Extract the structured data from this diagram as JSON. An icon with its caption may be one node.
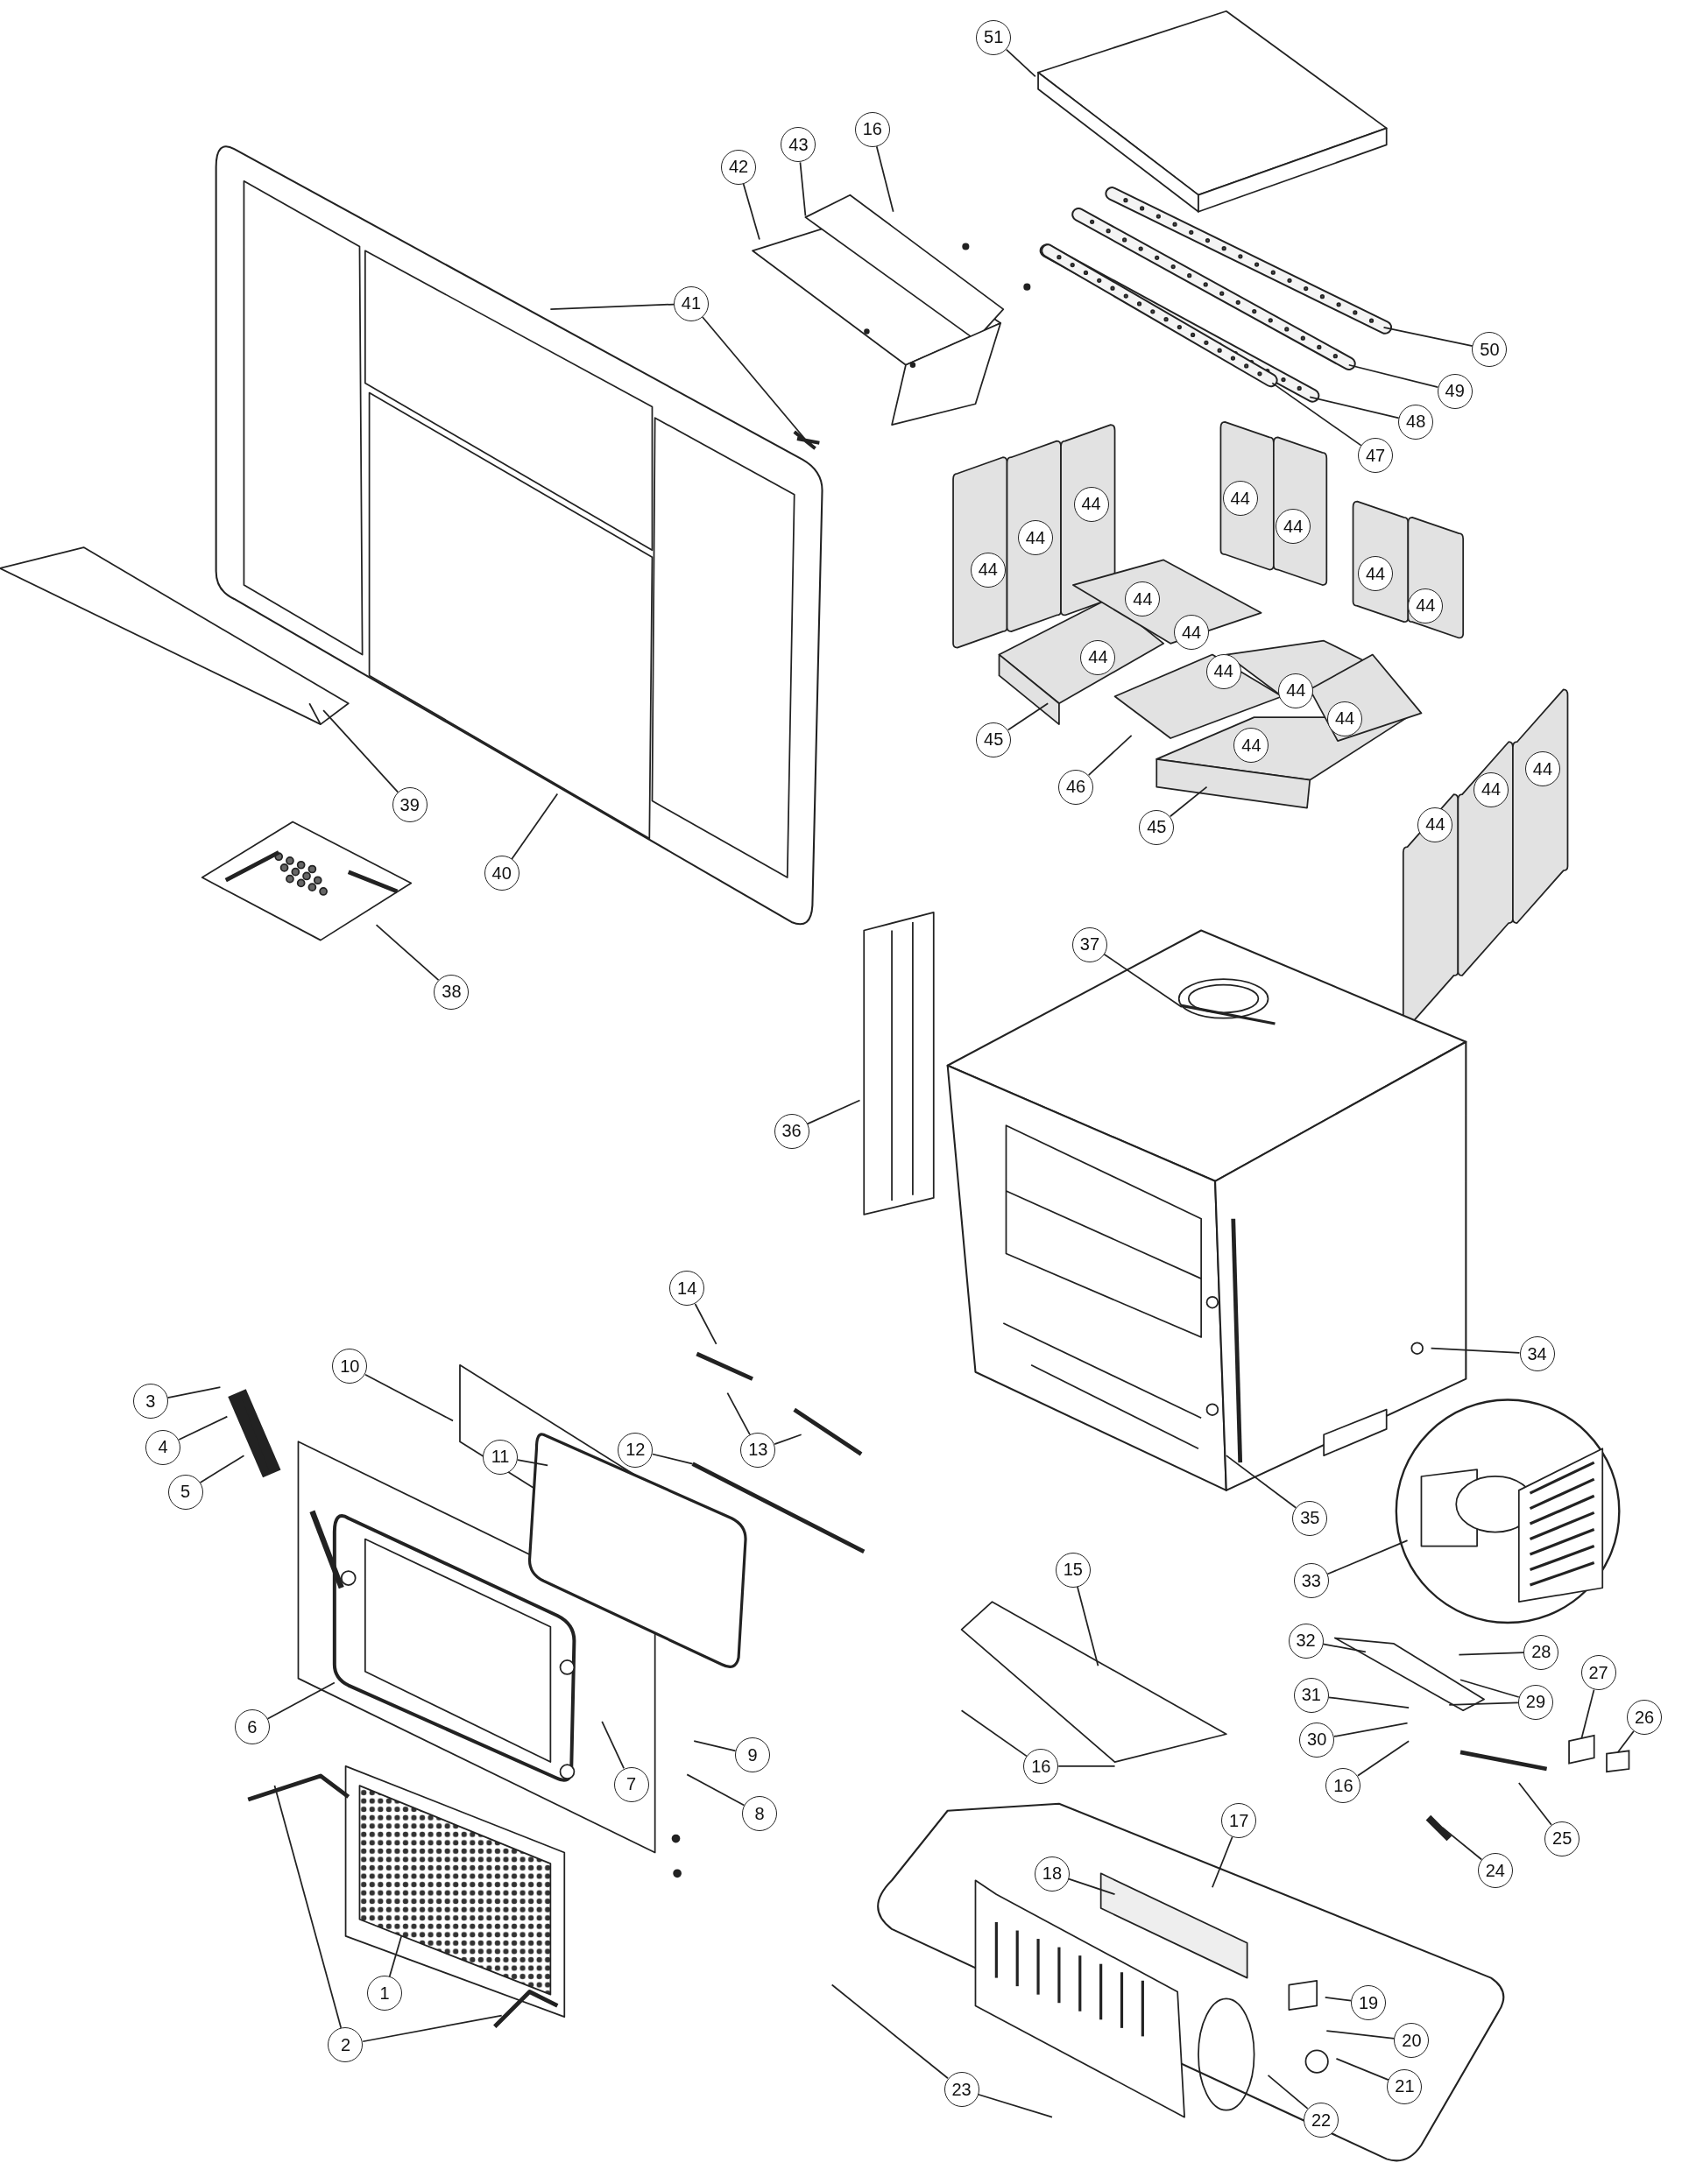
{
  "diagram": {
    "nodes": [
      {
        "text": [
          "51"
        ]
      },
      {
        "text": [
          "43"
        ]
      },
      {
        "text": [
          "42"
        ]
      },
      {
        "text": [
          "16"
        ]
      },
      {
        "text": [
          "41"
        ]
      },
      {
        "text": [
          "50"
        ]
      },
      {
        "text": [
          "49"
        ]
      },
      {
        "text": [
          "48"
        ]
      },
      {
        "text": [
          "47"
        ]
      },
      {
        "text": [
          "45"
        ]
      },
      {
        "text": [
          "46"
        ]
      },
      {
        "text": [
          "45"
        ]
      },
      {
        "text": [
          "39"
        ]
      },
      {
        "text": [
          "40"
        ]
      },
      {
        "text": [
          "38"
        ]
      },
      {
        "text": [
          "37"
        ]
      },
      {
        "text": [
          "36"
        ]
      },
      {
        "text": [
          "14"
        ]
      },
      {
        "text": [
          "10"
        ]
      },
      {
        "text": [
          "12"
        ]
      },
      {
        "text": [
          "11"
        ]
      },
      {
        "text": [
          "13"
        ]
      },
      {
        "text": [
          "3"
        ]
      },
      {
        "text": [
          "4"
        ]
      },
      {
        "text": [
          "5"
        ]
      },
      {
        "text": [
          "6"
        ]
      },
      {
        "text": [
          "7"
        ]
      },
      {
        "text": [
          "9"
        ]
      },
      {
        "text": [
          "8"
        ]
      },
      {
        "text": [
          "1"
        ]
      },
      {
        "text": [
          "2"
        ]
      },
      {
        "text": [
          "15"
        ]
      },
      {
        "text": [
          "16"
        ]
      },
      {
        "text": [
          "35"
        ]
      },
      {
        "text": [
          "34"
        ]
      },
      {
        "text": [
          "33"
        ]
      },
      {
        "text": [
          "32"
        ]
      },
      {
        "text": [
          "28"
        ]
      },
      {
        "text": [
          "29"
        ]
      },
      {
        "text": [
          "31"
        ]
      },
      {
        "text": [
          "30"
        ]
      },
      {
        "text": [
          "16"
        ]
      },
      {
        "text": [
          "27"
        ]
      },
      {
        "text": [
          "26"
        ]
      },
      {
        "text": [
          "25"
        ]
      },
      {
        "text": [
          "24"
        ]
      },
      {
        "text": [
          "17"
        ]
      },
      {
        "text": [
          "18"
        ]
      },
      {
        "text": [
          "19"
        ]
      },
      {
        "text": [
          "20"
        ]
      },
      {
        "text": [
          "21"
        ]
      },
      {
        "text": [
          "22"
        ]
      },
      {
        "text": [
          "23"
        ]
      },
      {
        "text": [
          "44"
        ]
      },
      {
        "text": [
          "44"
        ]
      },
      {
        "text": [
          "44"
        ]
      },
      {
        "text": [
          "44"
        ]
      },
      {
        "text": [
          "44"
        ]
      },
      {
        "text": [
          "44"
        ]
      },
      {
        "text": [
          "44"
        ]
      },
      {
        "text": [
          "44"
        ]
      },
      {
        "text": [
          "44"
        ]
      },
      {
        "text": [
          "44"
        ]
      },
      {
        "text": [
          "44"
        ]
      },
      {
        "text": [
          "44"
        ]
      },
      {
        "text": [
          "44"
        ]
      },
      {
        "text": [
          "44"
        ]
      },
      {
        "text": [
          "44"
        ]
      },
      {
        "text": [
          "44"
        ]
      },
      {
        "text": [
          "44"
        ]
      },
      {
        "text": [],
        "shape": "box"
      },
      {
        "text": [],
        "shape": "box"
      }
    ],
    "edges": [
      {
        "from": 0,
        "to": null,
        "arrow": "none"
      },
      {
        "from": 1,
        "to": null,
        "arrow": "none"
      },
      {
        "from": 2,
        "to": null,
        "arrow": "none"
      },
      {
        "from": 3,
        "to": null,
        "arrow": "none"
      },
      {
        "from": 4,
        "to": null,
        "arrow": "none"
      },
      {
        "from": 4,
        "to": null,
        "arrow": "none"
      },
      {
        "from": 5,
        "to": null,
        "arrow": "none"
      },
      {
        "from": 6,
        "to": null,
        "arrow": "none"
      },
      {
        "from": 7,
        "to": null,
        "arrow": "none"
      },
      {
        "from": 8,
        "to": null,
        "arrow": "none"
      },
      {
        "from": 9,
        "to": null,
        "arrow": "none"
      },
      {
        "from": 10,
        "to": null,
        "arrow": "none"
      },
      {
        "from": 11,
        "to": null,
        "arrow": "none"
      },
      {
        "from": 12,
        "to": null,
        "arrow": "none"
      },
      {
        "from": 13,
        "to": null,
        "arrow": "none"
      },
      {
        "from": 14,
        "to": null,
        "arrow": "none"
      },
      {
        "from": 15,
        "to": null,
        "arrow": "none"
      },
      {
        "from": 16,
        "to": null,
        "arrow": "none"
      },
      {
        "from": 17,
        "to": null,
        "arrow": "none"
      },
      {
        "from": 18,
        "to": null,
        "arrow": "none"
      },
      {
        "from": 19,
        "to": null,
        "arrow": "none"
      },
      {
        "from": 20,
        "to": null,
        "arrow": "none"
      },
      {
        "from": 21,
        "to": null,
        "arrow": "none"
      },
      {
        "from": 21,
        "to": null,
        "arrow": "none"
      },
      {
        "from": 22,
        "to": null,
        "arrow": "none"
      },
      {
        "from": 23,
        "to": null,
        "arrow": "none"
      },
      {
        "from": 24,
        "to": null,
        "arrow": "none"
      },
      {
        "from": 25,
        "to": null,
        "arrow": "none"
      },
      {
        "from": 26,
        "to": null,
        "arrow": "none"
      },
      {
        "from": 27,
        "to": null,
        "arrow": "none"
      },
      {
        "from": 28,
        "to": null,
        "arrow": "none"
      },
      {
        "from": 29,
        "to": null,
        "arrow": "none"
      },
      {
        "from": 30,
        "to": null,
        "arrow": "none"
      },
      {
        "from": 30,
        "to": null,
        "arrow": "none"
      },
      {
        "from": 31,
        "to": null,
        "arrow": "none"
      },
      {
        "from": 32,
        "to": null,
        "arrow": "none"
      },
      {
        "from": 32,
        "to": null,
        "arrow": "none"
      },
      {
        "from": 33,
        "to": null,
        "arrow": "none"
      },
      {
        "from": 34,
        "to": null,
        "arrow": "none"
      },
      {
        "from": 35,
        "to": null,
        "arrow": "none"
      },
      {
        "from": 36,
        "to": null,
        "arrow": "none"
      },
      {
        "from": 37,
        "to": null,
        "arrow": "none"
      },
      {
        "from": 38,
        "to": null,
        "arrow": "none"
      },
      {
        "from": 38,
        "to": null,
        "arrow": "none"
      },
      {
        "from": 39,
        "to": null,
        "arrow": "none"
      },
      {
        "from": 40,
        "to": null,
        "arrow": "none"
      },
      {
        "from": 41,
        "to": null,
        "arrow": "none"
      },
      {
        "from": 42,
        "to": 70,
        "arrow": "none"
      },
      {
        "from": 43,
        "to": 71,
        "arrow": "none"
      },
      {
        "from": 44,
        "to": null,
        "arrow": "none"
      },
      {
        "from": 45,
        "to": null,
        "arrow": "none"
      },
      {
        "from": 46,
        "to": null,
        "arrow": "none"
      },
      {
        "from": 47,
        "to": null,
        "arrow": "none"
      },
      {
        "from": 48,
        "to": null,
        "arrow": "none"
      },
      {
        "from": 49,
        "to": null,
        "arrow": "none"
      },
      {
        "from": 50,
        "to": null,
        "arrow": "none"
      },
      {
        "from": 51,
        "to": null,
        "arrow": "none"
      },
      {
        "from": 52,
        "to": null,
        "arrow": "none"
      },
      {
        "from": 52,
        "to": null,
        "arrow": "none"
      }
    ]
  }
}
